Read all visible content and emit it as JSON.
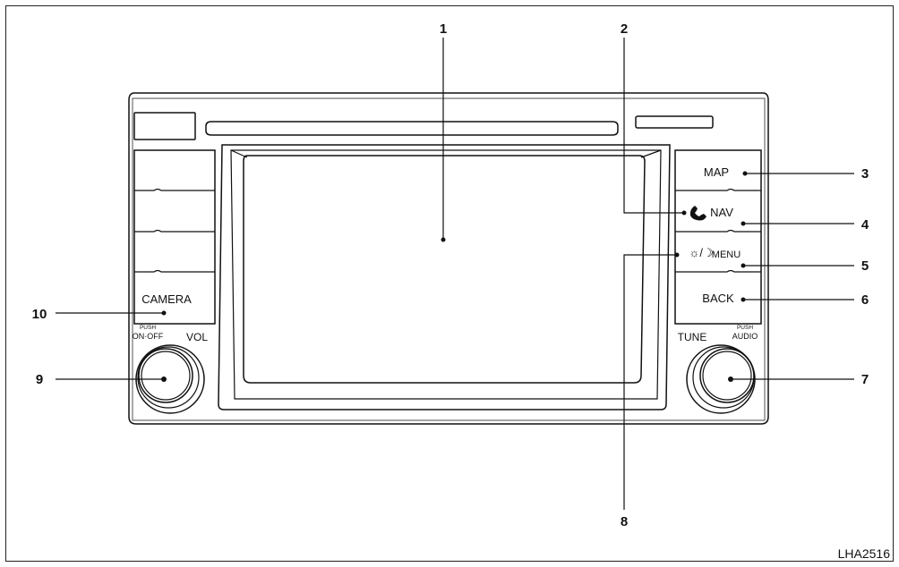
{
  "callouts": {
    "c1": "1",
    "c2": "2",
    "c3": "3",
    "c4": "4",
    "c5": "5",
    "c6": "6",
    "c7": "7",
    "c8": "8",
    "c9": "9",
    "c10": "10"
  },
  "buttons": {
    "map": "MAP",
    "nav": "NAV",
    "menu": "MENU",
    "back": "BACK",
    "camera": "CAMERA",
    "phone_icon": "phone-icon",
    "day_night_icon": "day-night-icon",
    "day_night_glyph": "☼/☽"
  },
  "knobs": {
    "left_push": "PUSH",
    "left_on_off": "ON·OFF",
    "left_vol": "VOL",
    "right_tune": "TUNE",
    "right_push": "PUSH",
    "right_audio": "AUDIO"
  },
  "figure_code": "LHA2516"
}
